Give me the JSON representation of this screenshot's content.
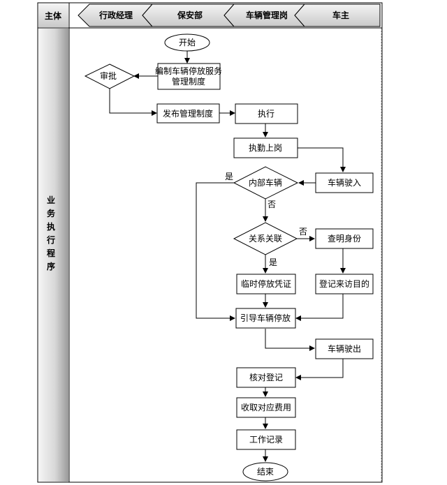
{
  "header": {
    "subject_label": "主体",
    "lanes": [
      "行政经理",
      "保安部",
      "车辆管理岗",
      "车主"
    ]
  },
  "side_label": "业务执行程序",
  "nodes": {
    "start": "开始",
    "draft": [
      "编制车辆停放服务",
      "管理制度"
    ],
    "approve": "审批",
    "publish": "发布管理制度",
    "execute": "执行",
    "on_duty": "执勤上岗",
    "vehicle_in": "车辆驶入",
    "internal": "内部车辆",
    "related": "关系关联",
    "check_id": "查明身份",
    "temp_pass": "临时停放凭证",
    "register_visit": "登记来访目的",
    "guide_parking": "引导车辆停放",
    "vehicle_out": "车辆驶出",
    "verify_register": "核对登记",
    "collect_fee": "收取对应费用",
    "work_record": "工作记录",
    "end": "结束"
  },
  "edge_labels": {
    "yes_internal": "是",
    "no_internal": "否",
    "no_related": "否",
    "yes_related": "是"
  }
}
